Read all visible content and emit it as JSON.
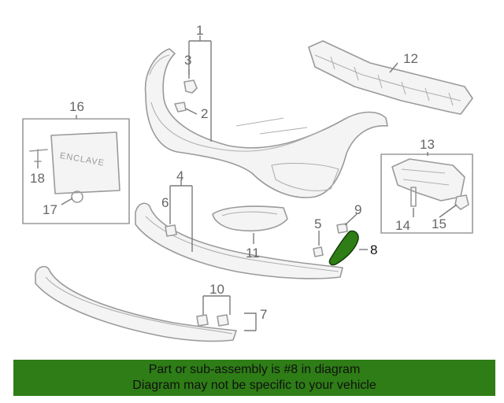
{
  "diagram": {
    "callouts": {
      "c1": "1",
      "c2": "2",
      "c3": "3",
      "c4": "4",
      "c5": "5",
      "c6": "6",
      "c7": "7",
      "c8": "8",
      "c9": "9",
      "c10": "10",
      "c11": "11",
      "c12": "12",
      "c13": "13",
      "c14": "14",
      "c15": "15",
      "c16": "16",
      "c17": "17",
      "c18": "18"
    },
    "plate_text": "ENCLAVE",
    "highlight_color": "#2e7d16"
  },
  "banner": {
    "line1": "Part or sub-assembly is #8 in diagram",
    "line2": "Diagram may not be specific to your vehicle"
  }
}
